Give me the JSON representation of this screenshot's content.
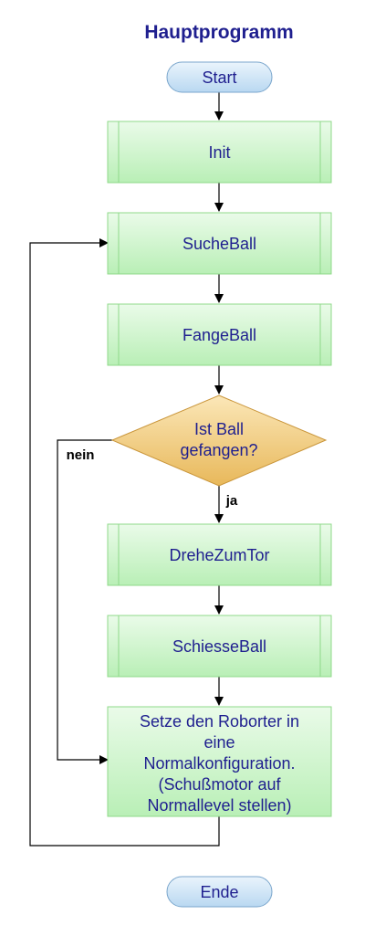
{
  "diagram": {
    "title": "Hauptprogramm",
    "nodes": {
      "start": "Start",
      "init": "Init",
      "suche": "SucheBall",
      "fange": "FangeBall",
      "decision": [
        "Ist Ball",
        "gefangen?"
      ],
      "drehe": "DreheZumTor",
      "schiesse": "SchiesseBall",
      "setze": [
        "Setze den Roborter in",
        "eine",
        "Normalkonfiguration.",
        "(Schußmotor auf",
        "Normallevel stellen)"
      ],
      "ende": "Ende"
    },
    "edge_labels": {
      "nein": "nein",
      "ja": "ja"
    }
  },
  "colors": {
    "title_text": "#1f1f8f",
    "node_text": "#1f1f8f",
    "process_fill_light": "#eafbe9",
    "process_fill_dark": "#b9efb6",
    "process_border": "#8fd98a",
    "decision_fill_light": "#fbe7b8",
    "decision_fill_dark": "#e8b85a",
    "decision_border": "#c9953a",
    "terminal_fill_light": "#eaf4fc",
    "terminal_fill_dark": "#b9d8f1",
    "terminal_border": "#7aa6cc",
    "connector": "#000000"
  }
}
